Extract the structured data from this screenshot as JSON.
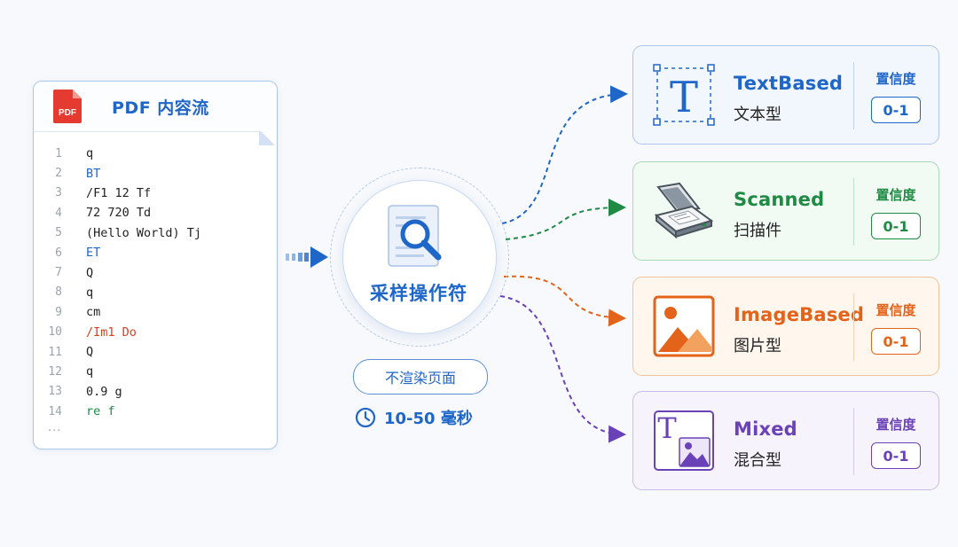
{
  "pdf": {
    "title": "PDF 内容流",
    "badge": "PDF",
    "lines": [
      {
        "num": "1",
        "text": "q",
        "color": "default"
      },
      {
        "num": "2",
        "text": "BT",
        "color": "blue"
      },
      {
        "num": "3",
        "text": "/F1 12 Tf",
        "color": "default"
      },
      {
        "num": "4",
        "text": "72 720 Td",
        "color": "default"
      },
      {
        "num": "5",
        "text": "(Hello World) Tj",
        "color": "default"
      },
      {
        "num": "6",
        "text": "ET",
        "color": "blue"
      },
      {
        "num": "7",
        "text": "Q",
        "color": "default"
      },
      {
        "num": "8",
        "text": "q",
        "color": "default"
      },
      {
        "num": "9",
        "text": "cm",
        "color": "default"
      },
      {
        "num": "10",
        "text": "/Im1 Do",
        "color": "red"
      },
      {
        "num": "11",
        "text": "Q",
        "color": "default"
      },
      {
        "num": "12",
        "text": "q",
        "color": "default"
      },
      {
        "num": "13",
        "text": "0.9 g",
        "color": "default"
      },
      {
        "num": "14",
        "text": "re f",
        "color": "green"
      }
    ],
    "more": "..."
  },
  "operator": {
    "label": "采样操作符",
    "pill": "不渲染页面",
    "timing": "10-50 毫秒"
  },
  "categories": [
    {
      "key": "textbased",
      "name": "TextBased",
      "zh": "文本型",
      "conf_label": "置信度",
      "conf_range": "0-1",
      "color": "#1f66c9",
      "icon": "text-frame-icon",
      "icon_text": "T"
    },
    {
      "key": "scanned",
      "name": "Scanned",
      "zh": "扫描件",
      "conf_label": "置信度",
      "conf_range": "0-1",
      "color": "#1e8a43",
      "icon": "scanner-icon"
    },
    {
      "key": "imagebased",
      "name": "ImageBased",
      "zh": "图片型",
      "conf_label": "置信度",
      "conf_range": "0-1",
      "color": "#e4631b",
      "icon": "image-icon"
    },
    {
      "key": "mixed",
      "name": "Mixed",
      "zh": "混合型",
      "conf_label": "置信度",
      "conf_range": "0-1",
      "color": "#6a42b8",
      "icon": "mixed-text-image-icon",
      "icon_text": "T"
    }
  ]
}
